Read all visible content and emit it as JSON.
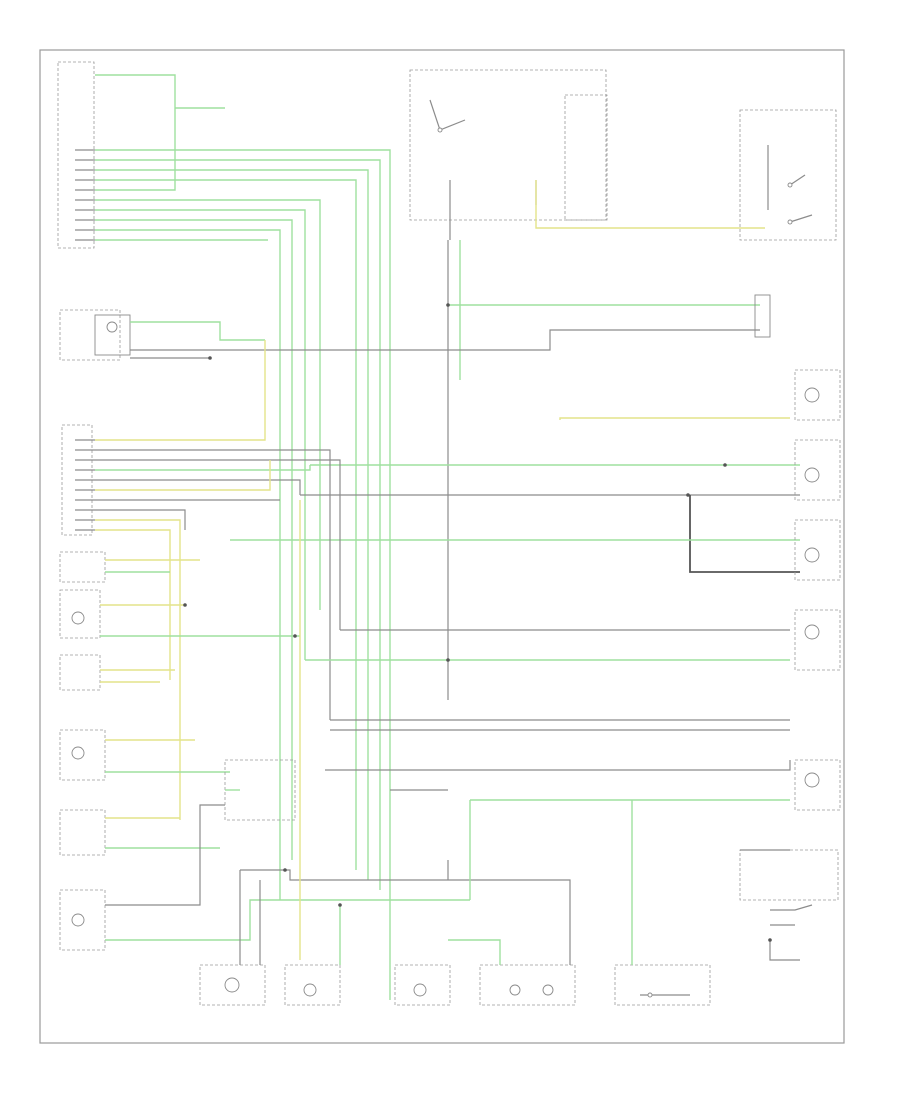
{
  "diagram": {
    "footer_code": "",
    "components": [
      {
        "id": "dash-connector-top",
        "label": ""
      },
      {
        "id": "ignition-switch",
        "label": ""
      },
      {
        "id": "engine-compartment-fuse",
        "label": ""
      },
      {
        "id": "release-switch",
        "label": ""
      },
      {
        "id": "junction-left",
        "label": ""
      },
      {
        "id": "dimmer",
        "label": ""
      },
      {
        "id": "courtesy-lamp-rf",
        "label": ""
      },
      {
        "id": "trunk-lamp",
        "label": ""
      },
      {
        "id": "glove-box-lamp",
        "label": ""
      },
      {
        "id": "illumination-light-1",
        "label": ""
      },
      {
        "id": "illumination-light-2",
        "label": ""
      },
      {
        "id": "switch-left-1",
        "label": ""
      },
      {
        "id": "switch-left-2",
        "label": ""
      },
      {
        "id": "switch-left-3",
        "label": ""
      },
      {
        "id": "switch-left-4",
        "label": ""
      },
      {
        "id": "switch-left-5",
        "label": ""
      },
      {
        "id": "power-window-switch",
        "label": ""
      },
      {
        "id": "hazard-switch",
        "label": ""
      },
      {
        "id": "heater-control",
        "label": ""
      },
      {
        "id": "seat-switch",
        "label": ""
      },
      {
        "id": "sunroof-switch",
        "label": ""
      },
      {
        "id": "clock",
        "label": ""
      },
      {
        "id": "joint-connector",
        "label": ""
      }
    ]
  }
}
